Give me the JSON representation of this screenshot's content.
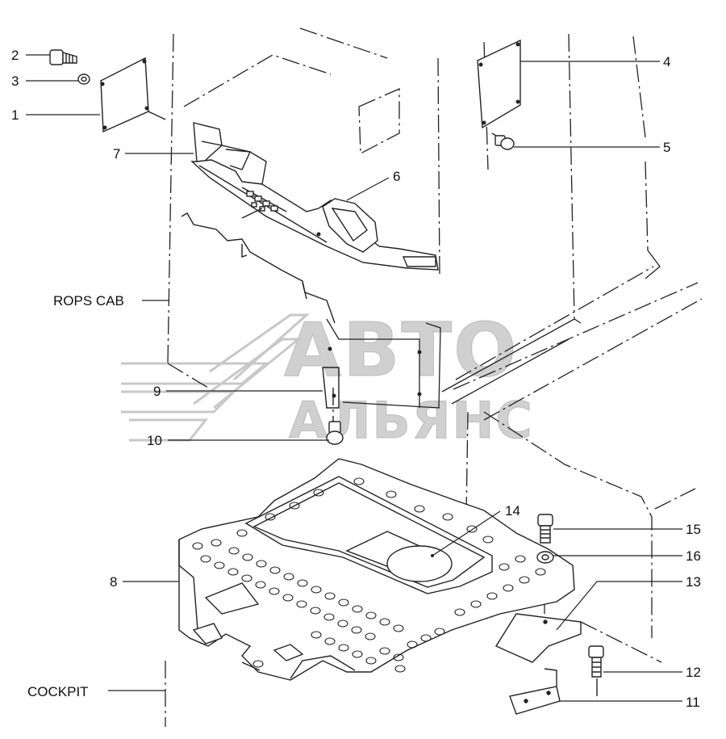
{
  "watermark": {
    "line1": "АВТО",
    "line2": "АЛЬЯНС"
  },
  "callouts": [
    {
      "id": "c2",
      "text": "2"
    },
    {
      "id": "c3",
      "text": "3"
    },
    {
      "id": "c1",
      "text": "1"
    },
    {
      "id": "c4",
      "text": "4"
    },
    {
      "id": "c5",
      "text": "5"
    },
    {
      "id": "c7",
      "text": "7"
    },
    {
      "id": "c6",
      "text": "6"
    },
    {
      "id": "rops",
      "text": "ROPS CAB"
    },
    {
      "id": "c9",
      "text": "9"
    },
    {
      "id": "c10",
      "text": "10"
    },
    {
      "id": "c14",
      "text": "14"
    },
    {
      "id": "c15",
      "text": "15"
    },
    {
      "id": "c16",
      "text": "16"
    },
    {
      "id": "c8",
      "text": "8"
    },
    {
      "id": "c13",
      "text": "13"
    },
    {
      "id": "c12",
      "text": "12"
    },
    {
      "id": "c11",
      "text": "11"
    },
    {
      "id": "cockpit",
      "text": "COCKPIT"
    }
  ]
}
